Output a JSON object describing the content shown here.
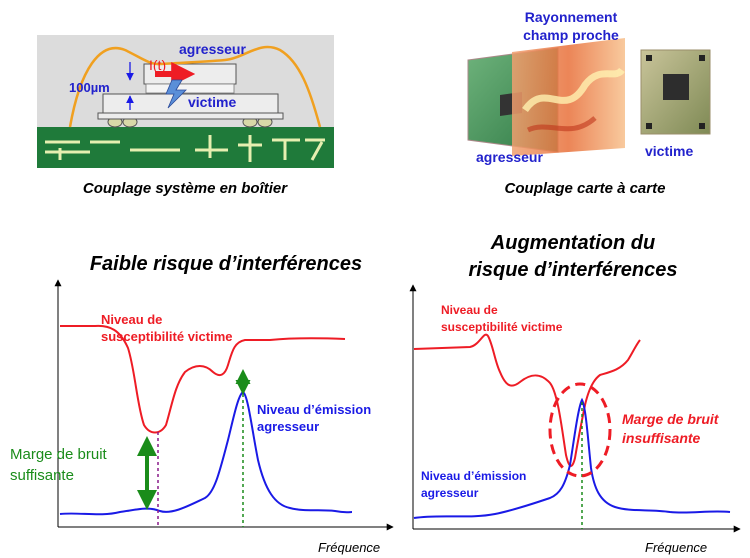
{
  "top_left": {
    "aggressor_label": "agresseur",
    "victim_label": "victime",
    "current_label": "I(t)",
    "gap_label": "100µm",
    "caption": "Couplage système en boîtier"
  },
  "top_right": {
    "radiation_line1": "Rayonnement",
    "radiation_line2": "champ proche",
    "aggressor_label": "agresseur",
    "victim_label": "victime",
    "caption": "Couplage carte à carte"
  },
  "chart_left": {
    "title": "Faible risque d’interférences",
    "susceptibility_line1": "Niveau de",
    "susceptibility_line2": "susceptibilité victime",
    "emission_line1": "Niveau d’émission",
    "emission_line2": "agresseur",
    "margin_line1": "Marge de bruit",
    "margin_line2": "suffisante",
    "xlabel": "Fréquence"
  },
  "chart_right": {
    "title_line1": "Augmentation du",
    "title_line2": "risque d’interférences",
    "susceptibility_line1": "Niveau de",
    "susceptibility_line2": "susceptibilité victime",
    "emission_line1": "Niveau d’émission",
    "emission_line2": "agresseur",
    "margin_line1": "Marge de bruit",
    "margin_line2": "insuffisante",
    "xlabel": "Fréquence"
  },
  "colors": {
    "red": "#ee1c25",
    "blue": "#1a1ae6",
    "green": "#1a8c1a",
    "text_blue": "#2222cc",
    "pcb_green": "#1f7a3a",
    "package_gray": "#dcdcdc"
  }
}
